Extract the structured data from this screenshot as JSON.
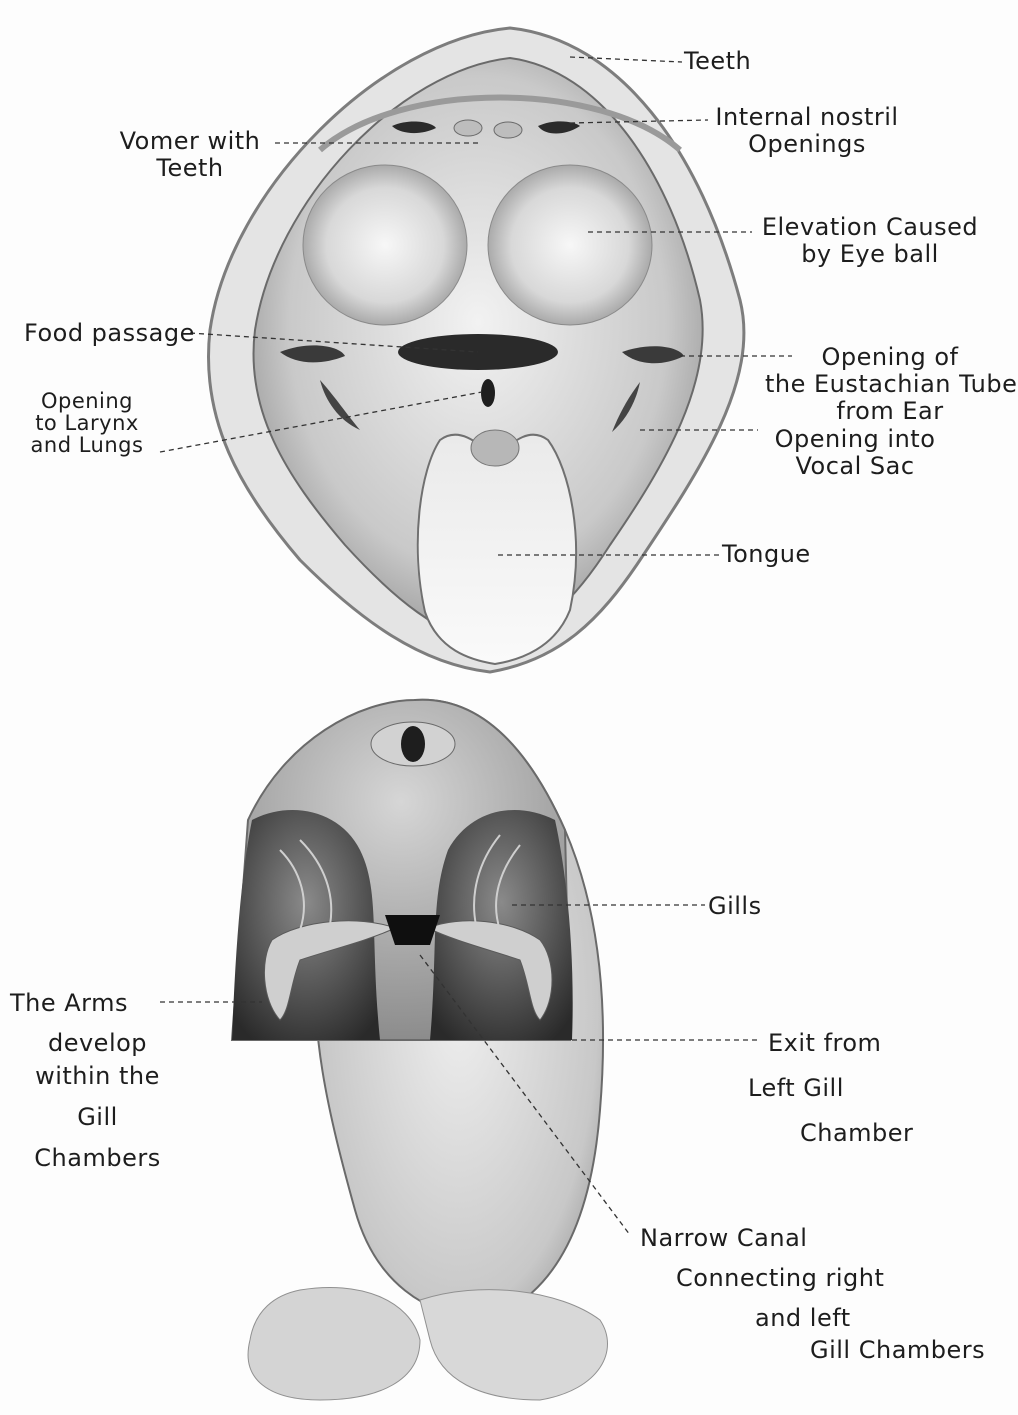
{
  "mouth_labels": {
    "teeth": "Teeth",
    "vomer": [
      "Vomer with",
      "Teeth"
    ],
    "internal_nostril": [
      "Internal nostril",
      "Openings"
    ],
    "elevation": [
      "Elevation Caused",
      "by Eye ball"
    ],
    "food_passage": "Food passage",
    "eustachian": [
      "Opening of",
      "the Eustachian Tube",
      "from Ear"
    ],
    "larynx": [
      "Opening",
      "to Larynx",
      "and Lungs"
    ],
    "vocal_sac": [
      "Opening into",
      "Vocal Sac"
    ],
    "tongue": "Tongue"
  },
  "tadpole_labels": {
    "gills": "Gills",
    "arms": [
      "The Arms",
      "develop",
      "within the",
      "Gill",
      "Chambers"
    ],
    "exit": [
      "Exit from",
      "Left Gill",
      "Chamber"
    ],
    "canal": [
      "Narrow Canal",
      "Connecting right",
      "and left",
      "Gill Chambers"
    ]
  },
  "colors": {
    "ink": "#1d1d1d",
    "paper": "#fdfdfd",
    "shade": "#8a8a8a"
  }
}
